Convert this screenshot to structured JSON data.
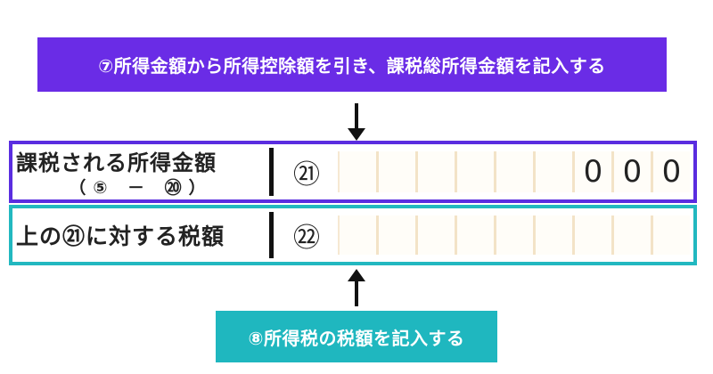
{
  "instruction_top": "⑦所得金額から所得控除額を引き、課税総所得金額を記入する",
  "instruction_bottom": "⑧所得税の税額を記入する",
  "rows": [
    {
      "label": "課税される所得金額",
      "sublabel": "（⑤ － ⑳）",
      "number": "㉑",
      "cells": [
        "",
        "",
        "",
        "",
        "",
        "",
        "0",
        "0",
        "0"
      ]
    },
    {
      "label": "上の㉑に対する税額",
      "number": "㉒",
      "cells": [
        "",
        "",
        "",
        "",
        "",
        "",
        "",
        "",
        ""
      ]
    }
  ],
  "colors": {
    "purple": "#6a2ce6",
    "teal": "#1fb7bf"
  }
}
